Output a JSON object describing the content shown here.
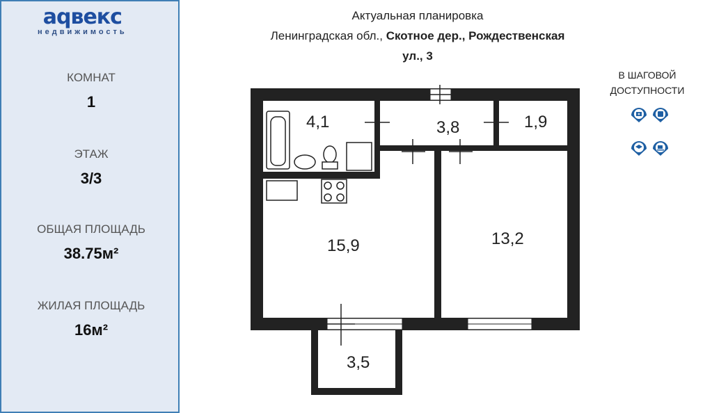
{
  "brand": {
    "logo_text": "аqвекс",
    "logo_sub": "недвижимость",
    "color": "#1e4ea0"
  },
  "stats": [
    {
      "label": "КОМНАТ",
      "value": "1"
    },
    {
      "label": "ЭТАЖ",
      "value": "3/3"
    },
    {
      "label": "ОБЩАЯ ПЛОЩАДЬ",
      "value": "38.75м²"
    },
    {
      "label": "ЖИЛАЯ ПЛОЩАДЬ",
      "value": "16м²"
    }
  ],
  "header": {
    "line1": "Актуальная планировка",
    "line2_prefix": "Ленинградская обл., ",
    "line2_bold": "Скотное дер., Рождественская",
    "line3": "ул., 3"
  },
  "walk": {
    "title_line1": "В ШАГОВОЙ",
    "title_line2": "ДОСТУПНОСТИ",
    "icons": [
      "medical-icon",
      "bus-icon",
      "education-icon",
      "cafe-icon"
    ]
  },
  "rooms": {
    "bathroom": "4,1",
    "corridor": "3,8",
    "storage": "1,9",
    "kitchen": "15,9",
    "room": "13,2",
    "balcony": "3,5"
  }
}
